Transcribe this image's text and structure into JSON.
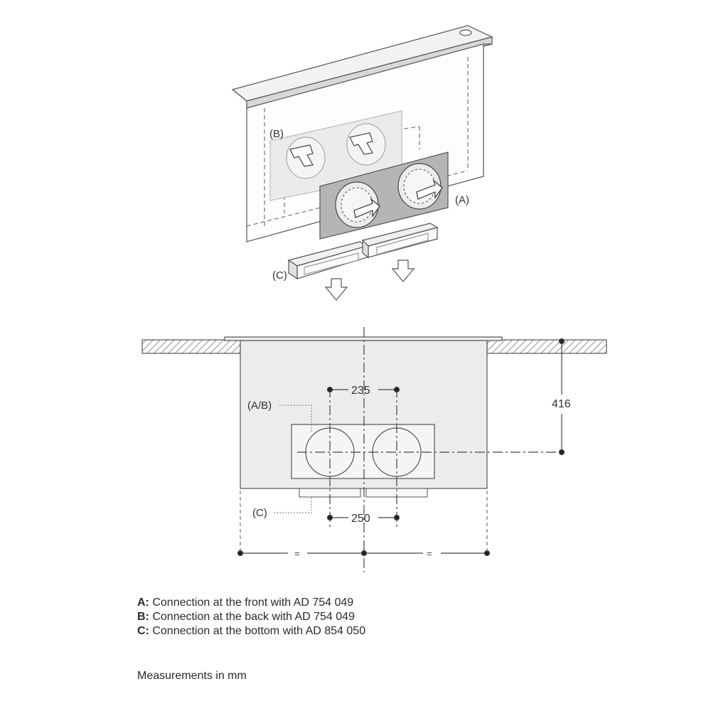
{
  "iso_view": {
    "label_a": "(A)",
    "label_b": "(B)",
    "label_c": "(C)"
  },
  "front_view": {
    "label_ab": "(A/B)",
    "label_c": "(C)",
    "dim_spacing_top": "235",
    "dim_spacing_bottom": "250",
    "dim_height": "416",
    "equal_left": "=",
    "equal_right": "="
  },
  "legend": [
    {
      "key": "A:",
      "text": " Connection at the front with AD 754 049"
    },
    {
      "key": "B:",
      "text": " Connection at the back with AD 754 049"
    },
    {
      "key": "C:",
      "text": " Connection at the bottom with AD 854 050"
    }
  ],
  "note": "Measurements in mm",
  "colors": {
    "line": "#555555",
    "panel": "#ececec",
    "plate": "#b5b5b5",
    "hatch": "#777777"
  }
}
